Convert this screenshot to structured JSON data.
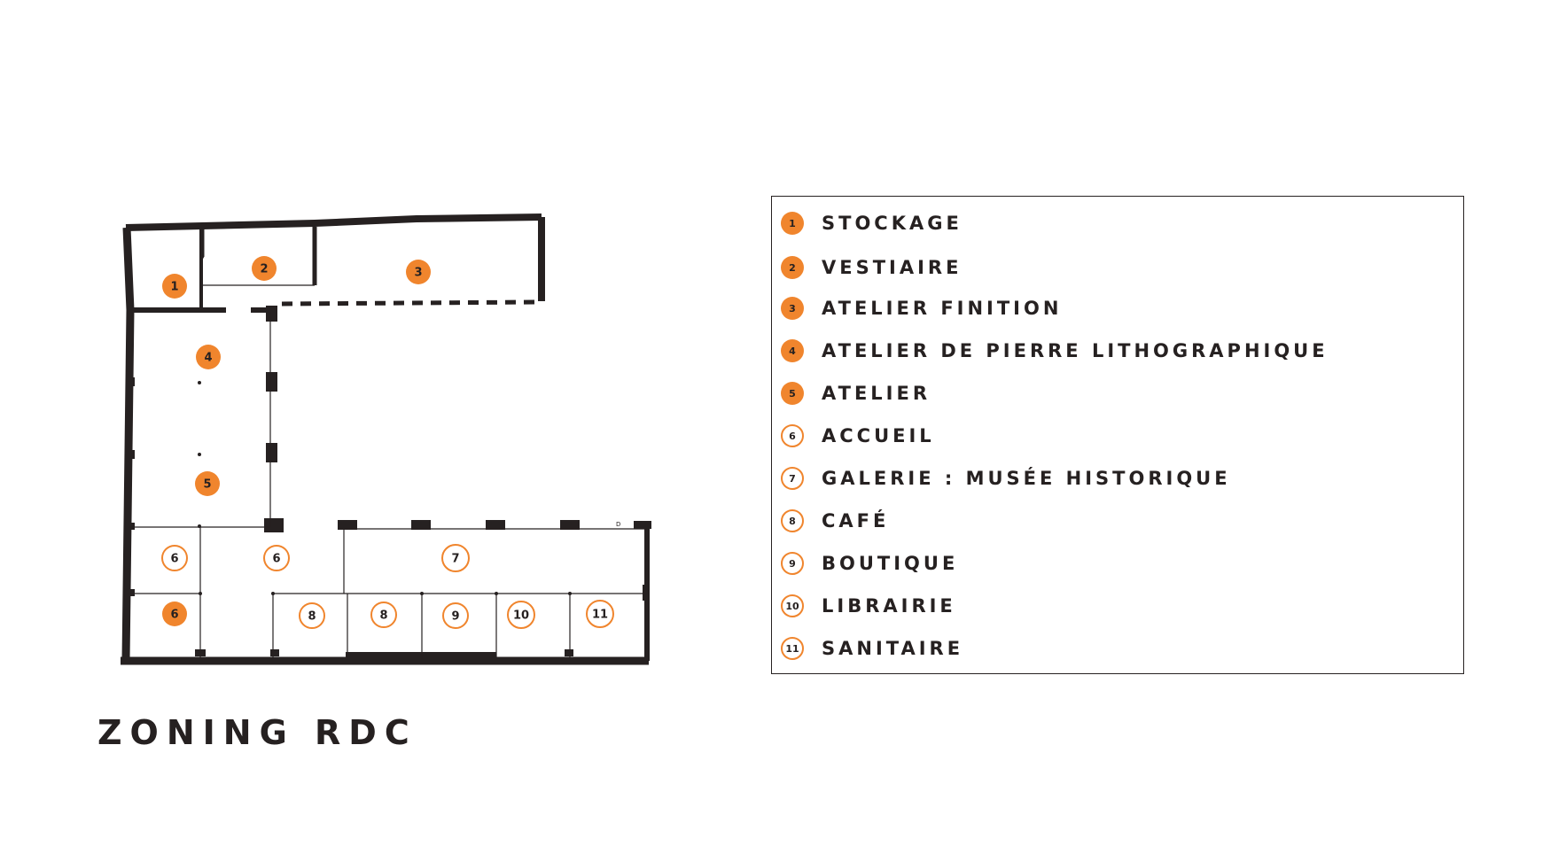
{
  "plan": {
    "title": "ZONING RDC",
    "door_label": "D",
    "markers": [
      {
        "id": "m1",
        "number": "1",
        "style": "filled"
      },
      {
        "id": "m2",
        "number": "2",
        "style": "filled"
      },
      {
        "id": "m3",
        "number": "3",
        "style": "filled"
      },
      {
        "id": "m4",
        "number": "4",
        "style": "filled"
      },
      {
        "id": "m5",
        "number": "5",
        "style": "filled"
      },
      {
        "id": "m6a",
        "number": "6",
        "style": "outline"
      },
      {
        "id": "m6b",
        "number": "6",
        "style": "outline"
      },
      {
        "id": "m6c",
        "number": "6",
        "style": "filled"
      },
      {
        "id": "m7",
        "number": "7",
        "style": "outline"
      },
      {
        "id": "m8a",
        "number": "8",
        "style": "outline"
      },
      {
        "id": "m8b",
        "number": "8",
        "style": "outline"
      },
      {
        "id": "m9",
        "number": "9",
        "style": "outline"
      },
      {
        "id": "m10",
        "number": "10",
        "style": "outline"
      },
      {
        "id": "m11",
        "number": "11",
        "style": "outline"
      }
    ]
  },
  "legend": {
    "items": [
      {
        "number": "1",
        "label": "STOCKAGE",
        "style": "filled"
      },
      {
        "number": "2",
        "label": "VESTIAIRE",
        "style": "filled"
      },
      {
        "number": "3",
        "label": "ATELIER FINITION",
        "style": "filled"
      },
      {
        "number": "4",
        "label": "ATELIER DE PIERRE LITHOGRAPHIQUE",
        "style": "filled"
      },
      {
        "number": "5",
        "label": "ATELIER",
        "style": "filled"
      },
      {
        "number": "6",
        "label": "ACCUEIL",
        "style": "outline"
      },
      {
        "number": "7",
        "label": "GALERIE : MUSÉE HISTORIQUE",
        "style": "outline"
      },
      {
        "number": "8",
        "label": "CAFÉ",
        "style": "outline"
      },
      {
        "number": "9",
        "label": "BOUTIQUE",
        "style": "outline"
      },
      {
        "number": "10",
        "label": "LIBRAIRIE",
        "style": "outline"
      },
      {
        "number": "11",
        "label": "SANITAIRE",
        "style": "outline"
      }
    ]
  },
  "colors": {
    "accent": "#f0852d",
    "ink": "#262121",
    "background": "#ffffff"
  }
}
